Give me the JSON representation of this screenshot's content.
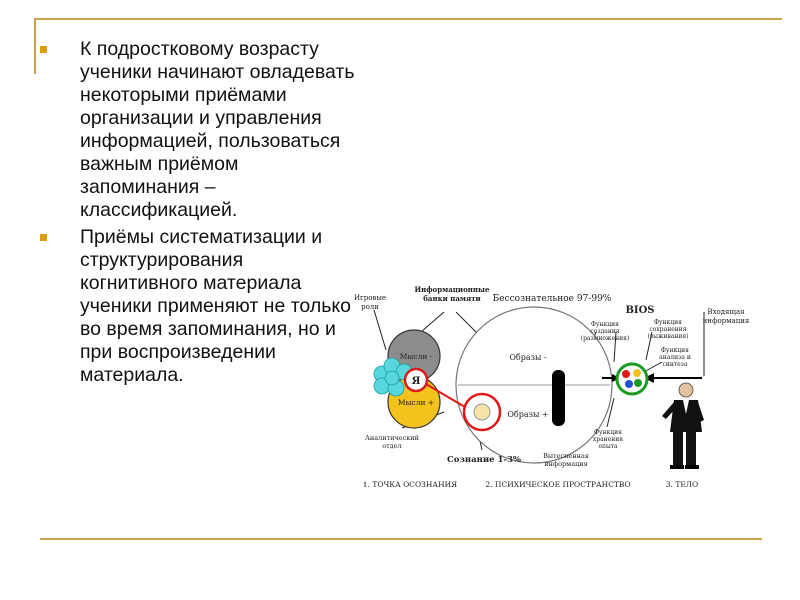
{
  "slide": {
    "bullets": [
      "К подростковому возрасту ученики начинают овладевать некоторыми приёмами организации и управления информацией, пользоваться важным приёмом запоминания – классификацией.",
      "Приёмы систематизации и структурирования когнитивного материала ученики применяют не только во время запоминания, но и при воспроизведении материала."
    ],
    "colors": {
      "accent": "#d8a010",
      "rule": "#c9a24a",
      "thoughts_minus": "#8c8c8c",
      "thoughts_plus": "#f3c21c",
      "ego_ring": "#e01818",
      "bios_ring": "#1a9a22"
    }
  },
  "diagram": {
    "game_roles": [
      "Игровые",
      "роли"
    ],
    "memory_banks": [
      "Информационные",
      "банки памяти"
    ],
    "unconscious": "Бессознательное 97-99%",
    "bios": "BIOS",
    "incoming": [
      "Входящая",
      "информация"
    ],
    "thoughts_minus": "Мысли -",
    "thoughts_plus": "Мысли +",
    "ego": "Я",
    "images_minus": "Образы -",
    "images_plus": "Образы +",
    "func_creation": [
      "Функция",
      "создания",
      "(размножения)"
    ],
    "func_preservation": [
      "Функция",
      "сохранения",
      "(выживания)"
    ],
    "func_analysis": [
      "Функция",
      "анализа и",
      "синтеза"
    ],
    "func_experience": [
      "Функция",
      "хранения",
      "опыта"
    ],
    "analytic_dept": [
      "Аналитический",
      "отдел"
    ],
    "consciousness": "Сознание 1-3%",
    "displaced": [
      "Вытесненная",
      "информация"
    ],
    "label_point": "1. ТОЧКА ОСОЗНАНИЯ",
    "label_space": "2. ПСИХИЧЕСКОЕ ПРОСТРАНСТВО",
    "label_body": "3. ТЕЛО"
  }
}
